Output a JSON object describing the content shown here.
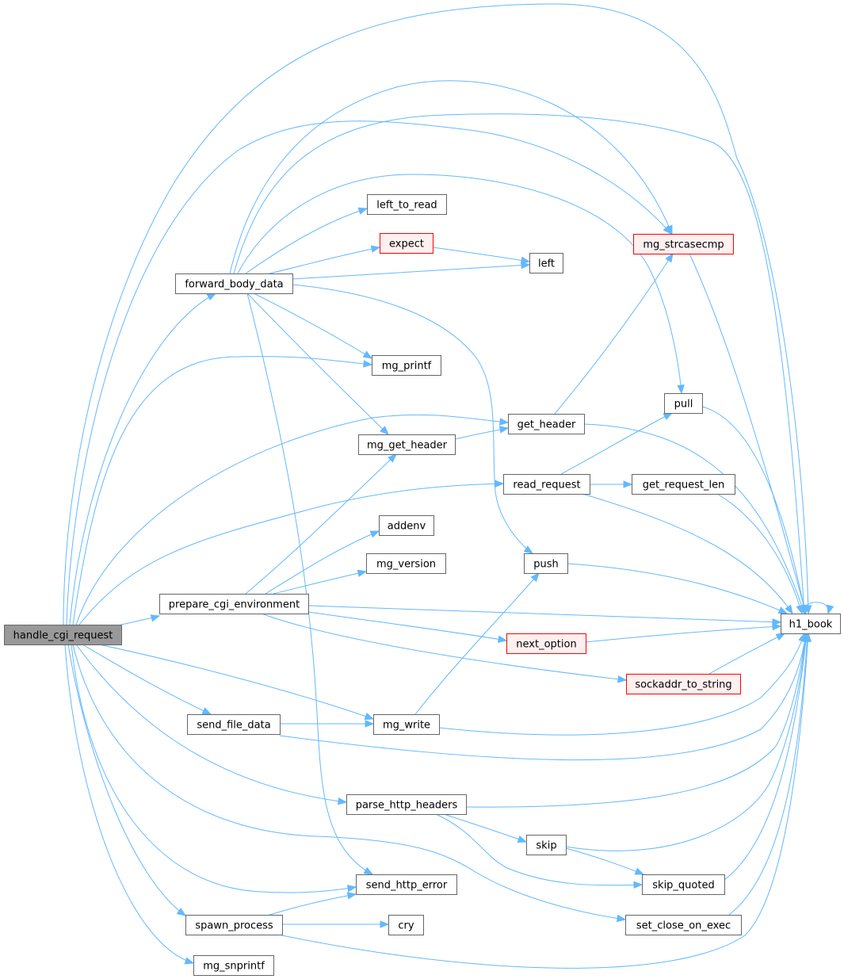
{
  "colors": {
    "edge": "#63b8ff",
    "node_fill": "#ffffff",
    "node_stroke": "#666666",
    "root_fill": "#999999",
    "root_stroke": "#666666",
    "missing_fill": "#fff0f0",
    "missing_stroke": "#ff0000"
  },
  "nodes": [
    {
      "id": "handle_cgi_request",
      "label": "handle_cgi_request",
      "kind": "root"
    },
    {
      "id": "forward_body_data",
      "label": "forward_body_data",
      "kind": "normal"
    },
    {
      "id": "prepare_cgi_environment",
      "label": "prepare_cgi_environment",
      "kind": "normal"
    },
    {
      "id": "send_file_data",
      "label": "send_file_data",
      "kind": "normal"
    },
    {
      "id": "spawn_process",
      "label": "spawn_process",
      "kind": "normal"
    },
    {
      "id": "mg_snprintf",
      "label": "mg_snprintf",
      "kind": "normal"
    },
    {
      "id": "left_to_read",
      "label": "left_to_read",
      "kind": "normal"
    },
    {
      "id": "expect",
      "label": "expect",
      "kind": "missing"
    },
    {
      "id": "mg_printf",
      "label": "mg_printf",
      "kind": "normal"
    },
    {
      "id": "mg_get_header",
      "label": "mg_get_header",
      "kind": "normal"
    },
    {
      "id": "addenv",
      "label": "addenv",
      "kind": "normal"
    },
    {
      "id": "mg_version",
      "label": "mg_version",
      "kind": "normal"
    },
    {
      "id": "mg_write",
      "label": "mg_write",
      "kind": "normal"
    },
    {
      "id": "parse_http_headers",
      "label": "parse_http_headers",
      "kind": "normal"
    },
    {
      "id": "send_http_error",
      "label": "send_http_error",
      "kind": "normal"
    },
    {
      "id": "cry",
      "label": "cry",
      "kind": "normal"
    },
    {
      "id": "left",
      "label": "left",
      "kind": "normal"
    },
    {
      "id": "get_header",
      "label": "get_header",
      "kind": "normal"
    },
    {
      "id": "read_request",
      "label": "read_request",
      "kind": "normal"
    },
    {
      "id": "push",
      "label": "push",
      "kind": "normal"
    },
    {
      "id": "next_option",
      "label": "next_option",
      "kind": "missing"
    },
    {
      "id": "skip",
      "label": "skip",
      "kind": "normal"
    },
    {
      "id": "mg_strcasecmp",
      "label": "mg_strcasecmp",
      "kind": "missing"
    },
    {
      "id": "pull",
      "label": "pull",
      "kind": "normal"
    },
    {
      "id": "get_request_len",
      "label": "get_request_len",
      "kind": "normal"
    },
    {
      "id": "sockaddr_to_string",
      "label": "sockaddr_to_string",
      "kind": "missing"
    },
    {
      "id": "skip_quoted",
      "label": "skip_quoted",
      "kind": "normal"
    },
    {
      "id": "set_close_on_exec",
      "label": "set_close_on_exec",
      "kind": "normal"
    },
    {
      "id": "h1_book",
      "label": "h1_book",
      "kind": "normal"
    }
  ],
  "edges": [
    [
      "handle_cgi_request",
      "h1_book"
    ],
    [
      "handle_cgi_request",
      "mg_strcasecmp"
    ],
    [
      "handle_cgi_request",
      "forward_body_data"
    ],
    [
      "handle_cgi_request",
      "mg_printf"
    ],
    [
      "handle_cgi_request",
      "get_header"
    ],
    [
      "handle_cgi_request",
      "read_request"
    ],
    [
      "handle_cgi_request",
      "prepare_cgi_environment"
    ],
    [
      "handle_cgi_request",
      "send_file_data"
    ],
    [
      "handle_cgi_request",
      "mg_write"
    ],
    [
      "handle_cgi_request",
      "parse_http_headers"
    ],
    [
      "handle_cgi_request",
      "send_http_error"
    ],
    [
      "handle_cgi_request",
      "set_close_on_exec"
    ],
    [
      "handle_cgi_request",
      "spawn_process"
    ],
    [
      "handle_cgi_request",
      "mg_snprintf"
    ],
    [
      "forward_body_data",
      "mg_strcasecmp"
    ],
    [
      "forward_body_data",
      "h1_book"
    ],
    [
      "forward_body_data",
      "pull"
    ],
    [
      "forward_body_data",
      "left_to_read"
    ],
    [
      "forward_body_data",
      "expect"
    ],
    [
      "forward_body_data",
      "left"
    ],
    [
      "forward_body_data",
      "mg_printf"
    ],
    [
      "forward_body_data",
      "mg_get_header"
    ],
    [
      "forward_body_data",
      "push"
    ],
    [
      "forward_body_data",
      "send_http_error"
    ],
    [
      "expect",
      "left"
    ],
    [
      "mg_get_header",
      "get_header"
    ],
    [
      "get_header",
      "mg_strcasecmp"
    ],
    [
      "get_header",
      "h1_book"
    ],
    [
      "mg_strcasecmp",
      "h1_book"
    ],
    [
      "pull",
      "h1_book"
    ],
    [
      "read_request",
      "pull"
    ],
    [
      "read_request",
      "get_request_len"
    ],
    [
      "read_request",
      "h1_book"
    ],
    [
      "get_request_len",
      "h1_book"
    ],
    [
      "prepare_cgi_environment",
      "mg_get_header"
    ],
    [
      "prepare_cgi_environment",
      "addenv"
    ],
    [
      "prepare_cgi_environment",
      "mg_version"
    ],
    [
      "prepare_cgi_environment",
      "h1_book"
    ],
    [
      "prepare_cgi_environment",
      "next_option"
    ],
    [
      "prepare_cgi_environment",
      "sockaddr_to_string"
    ],
    [
      "push",
      "h1_book"
    ],
    [
      "next_option",
      "h1_book"
    ],
    [
      "sockaddr_to_string",
      "h1_book"
    ],
    [
      "send_file_data",
      "mg_write"
    ],
    [
      "send_file_data",
      "h1_book"
    ],
    [
      "mg_write",
      "push"
    ],
    [
      "mg_write",
      "h1_book"
    ],
    [
      "parse_http_headers",
      "h1_book"
    ],
    [
      "parse_http_headers",
      "skip"
    ],
    [
      "parse_http_headers",
      "skip_quoted"
    ],
    [
      "skip",
      "skip_quoted"
    ],
    [
      "skip",
      "h1_book"
    ],
    [
      "skip_quoted",
      "h1_book"
    ],
    [
      "set_close_on_exec",
      "h1_book"
    ],
    [
      "spawn_process",
      "send_http_error"
    ],
    [
      "spawn_process",
      "cry"
    ],
    [
      "spawn_process",
      "h1_book"
    ],
    [
      "h1_book",
      "h1_book"
    ]
  ]
}
